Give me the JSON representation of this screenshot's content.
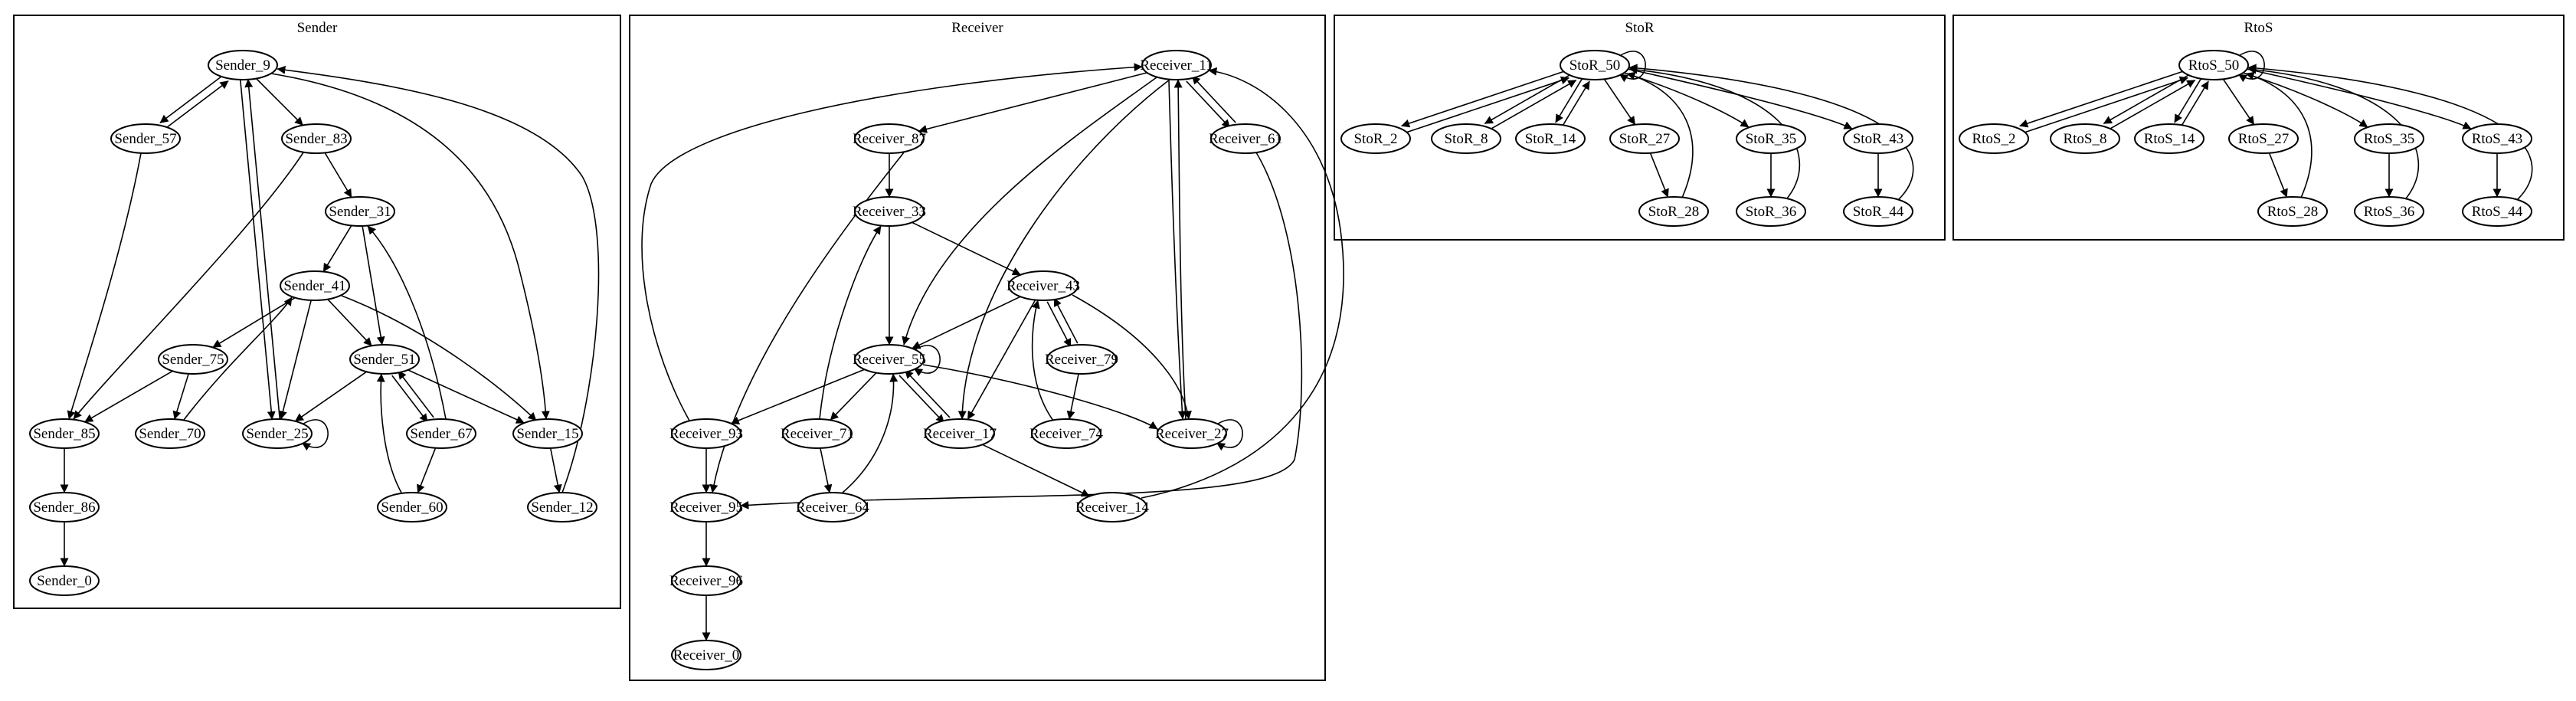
{
  "clusters": [
    {
      "id": "sender",
      "label": "Sender",
      "nodes": [
        "Sender_9",
        "Sender_57",
        "Sender_83",
        "Sender_31",
        "Sender_41",
        "Sender_75",
        "Sender_51",
        "Sender_85",
        "Sender_70",
        "Sender_25",
        "Sender_67",
        "Sender_15",
        "Sender_86",
        "Sender_60",
        "Sender_12",
        "Sender_0"
      ],
      "edges": [
        [
          "Sender_9",
          "Sender_57"
        ],
        [
          "Sender_57",
          "Sender_9"
        ],
        [
          "Sender_9",
          "Sender_83"
        ],
        [
          "Sender_9",
          "Sender_25"
        ],
        [
          "Sender_25",
          "Sender_9"
        ],
        [
          "Sender_9",
          "Sender_15"
        ],
        [
          "Sender_57",
          "Sender_85"
        ],
        [
          "Sender_83",
          "Sender_31"
        ],
        [
          "Sender_83",
          "Sender_85"
        ],
        [
          "Sender_31",
          "Sender_41"
        ],
        [
          "Sender_31",
          "Sender_51"
        ],
        [
          "Sender_41",
          "Sender_75"
        ],
        [
          "Sender_41",
          "Sender_51"
        ],
        [
          "Sender_41",
          "Sender_25"
        ],
        [
          "Sender_41",
          "Sender_15"
        ],
        [
          "Sender_75",
          "Sender_85"
        ],
        [
          "Sender_75",
          "Sender_70"
        ],
        [
          "Sender_70",
          "Sender_41"
        ],
        [
          "Sender_51",
          "Sender_25"
        ],
        [
          "Sender_51",
          "Sender_67"
        ],
        [
          "Sender_67",
          "Sender_51"
        ],
        [
          "Sender_51",
          "Sender_15"
        ],
        [
          "Sender_67",
          "Sender_31"
        ],
        [
          "Sender_60",
          "Sender_51"
        ],
        [
          "Sender_67",
          "Sender_60"
        ],
        [
          "Sender_25",
          "Sender_25"
        ],
        [
          "Sender_85",
          "Sender_86"
        ],
        [
          "Sender_86",
          "Sender_0"
        ],
        [
          "Sender_15",
          "Sender_12"
        ],
        [
          "Sender_12",
          "Sender_9"
        ]
      ]
    },
    {
      "id": "receiver",
      "label": "Receiver",
      "nodes": [
        "Receiver_11",
        "Receiver_87",
        "Receiver_61",
        "Receiver_33",
        "Receiver_43",
        "Receiver_55",
        "Receiver_79",
        "Receiver_93",
        "Receiver_71",
        "Receiver_17",
        "Receiver_74",
        "Receiver_27",
        "Receiver_95",
        "Receiver_64",
        "Receiver_14",
        "Receiver_96",
        "Receiver_0"
      ],
      "edges": [
        [
          "Receiver_11",
          "Receiver_87"
        ],
        [
          "Receiver_11",
          "Receiver_61"
        ],
        [
          "Receiver_61",
          "Receiver_11"
        ],
        [
          "Receiver_11",
          "Receiver_55"
        ],
        [
          "Receiver_11",
          "Receiver_17"
        ],
        [
          "Receiver_11",
          "Receiver_27"
        ],
        [
          "Receiver_27",
          "Receiver_11"
        ],
        [
          "Receiver_87",
          "Receiver_33"
        ],
        [
          "Receiver_87",
          "Receiver_95"
        ],
        [
          "Receiver_33",
          "Receiver_43"
        ],
        [
          "Receiver_33",
          "Receiver_55"
        ],
        [
          "Receiver_43",
          "Receiver_55"
        ],
        [
          "Receiver_43",
          "Receiver_79"
        ],
        [
          "Receiver_79",
          "Receiver_43"
        ],
        [
          "Receiver_43",
          "Receiver_17"
        ],
        [
          "Receiver_43",
          "Receiver_27"
        ],
        [
          "Receiver_74",
          "Receiver_43"
        ],
        [
          "Receiver_79",
          "Receiver_74"
        ],
        [
          "Receiver_55",
          "Receiver_93"
        ],
        [
          "Receiver_55",
          "Receiver_71"
        ],
        [
          "Receiver_55",
          "Receiver_17"
        ],
        [
          "Receiver_17",
          "Receiver_55"
        ],
        [
          "Receiver_55",
          "Receiver_27"
        ],
        [
          "Receiver_55",
          "Receiver_55"
        ],
        [
          "Receiver_27",
          "Receiver_27"
        ],
        [
          "Receiver_93",
          "Receiver_11"
        ],
        [
          "Receiver_93",
          "Receiver_95"
        ],
        [
          "Receiver_71",
          "Receiver_33"
        ],
        [
          "Receiver_71",
          "Receiver_64"
        ],
        [
          "Receiver_64",
          "Receiver_55"
        ],
        [
          "Receiver_17",
          "Receiver_14"
        ],
        [
          "Receiver_14",
          "Receiver_11"
        ],
        [
          "Receiver_61",
          "Receiver_95"
        ],
        [
          "Receiver_95",
          "Receiver_96"
        ],
        [
          "Receiver_96",
          "Receiver_0"
        ]
      ]
    },
    {
      "id": "stor",
      "label": "StoR",
      "nodes": [
        "StoR_50",
        "StoR_2",
        "StoR_8",
        "StoR_14",
        "StoR_27",
        "StoR_35",
        "StoR_43",
        "StoR_28",
        "StoR_36",
        "StoR_44"
      ],
      "edges": [
        [
          "StoR_50",
          "StoR_2"
        ],
        [
          "StoR_2",
          "StoR_50"
        ],
        [
          "StoR_50",
          "StoR_8"
        ],
        [
          "StoR_8",
          "StoR_50"
        ],
        [
          "StoR_50",
          "StoR_14"
        ],
        [
          "StoR_14",
          "StoR_50"
        ],
        [
          "StoR_50",
          "StoR_27"
        ],
        [
          "StoR_50",
          "StoR_35"
        ],
        [
          "StoR_50",
          "StoR_43"
        ],
        [
          "StoR_27",
          "StoR_28"
        ],
        [
          "StoR_35",
          "StoR_36"
        ],
        [
          "StoR_43",
          "StoR_44"
        ],
        [
          "StoR_28",
          "StoR_50"
        ],
        [
          "StoR_36",
          "StoR_50"
        ],
        [
          "StoR_44",
          "StoR_50"
        ],
        [
          "StoR_50",
          "StoR_50"
        ]
      ]
    },
    {
      "id": "rtos",
      "label": "RtoS",
      "nodes": [
        "RtoS_50",
        "RtoS_2",
        "RtoS_8",
        "RtoS_14",
        "RtoS_27",
        "RtoS_35",
        "RtoS_43",
        "RtoS_28",
        "RtoS_36",
        "RtoS_44"
      ],
      "edges": [
        [
          "RtoS_50",
          "RtoS_2"
        ],
        [
          "RtoS_2",
          "RtoS_50"
        ],
        [
          "RtoS_50",
          "RtoS_8"
        ],
        [
          "RtoS_8",
          "RtoS_50"
        ],
        [
          "RtoS_50",
          "RtoS_14"
        ],
        [
          "RtoS_14",
          "RtoS_50"
        ],
        [
          "RtoS_50",
          "RtoS_27"
        ],
        [
          "RtoS_50",
          "RtoS_35"
        ],
        [
          "RtoS_50",
          "RtoS_43"
        ],
        [
          "RtoS_27",
          "RtoS_28"
        ],
        [
          "RtoS_35",
          "RtoS_36"
        ],
        [
          "RtoS_43",
          "RtoS_44"
        ],
        [
          "RtoS_28",
          "RtoS_50"
        ],
        [
          "RtoS_36",
          "RtoS_50"
        ],
        [
          "RtoS_44",
          "RtoS_50"
        ],
        [
          "RtoS_50",
          "RtoS_50"
        ]
      ]
    }
  ]
}
